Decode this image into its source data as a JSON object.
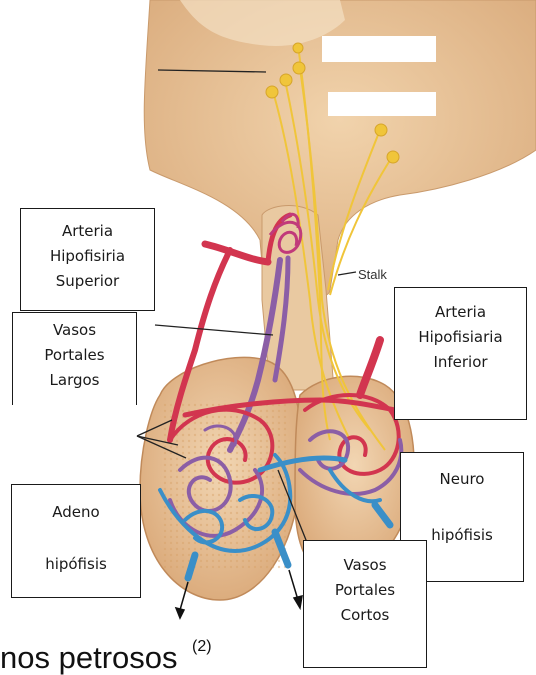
{
  "labels": {
    "arteria_superior": [
      "Arteria",
      "Hipofisiria",
      "Superior"
    ],
    "vasos_largos": [
      "Vasos",
      "Portales",
      "Largos"
    ],
    "arteria_inferior": [
      "Arteria",
      "Hipofisiaria",
      "Inferior"
    ],
    "neuro": [
      "Neuro",
      "",
      "hipófisis"
    ],
    "adeno": [
      "Adeno",
      "",
      "hipófisis"
    ],
    "vasos_cortos": [
      "Vasos",
      "Portales",
      "Cortos"
    ]
  },
  "stalk_label": "Stalk",
  "footer": {
    "text": "nos petrosos",
    "sup": "(2)"
  },
  "colors": {
    "tissue": "#e7c39a",
    "tissue_dark": "#c99a6c",
    "artery": "#d2354f",
    "vein_purple": "#8b5ea6",
    "vein_blue": "#3a8fc8",
    "nerve": "#f0c53a",
    "arrow": "#111111"
  }
}
